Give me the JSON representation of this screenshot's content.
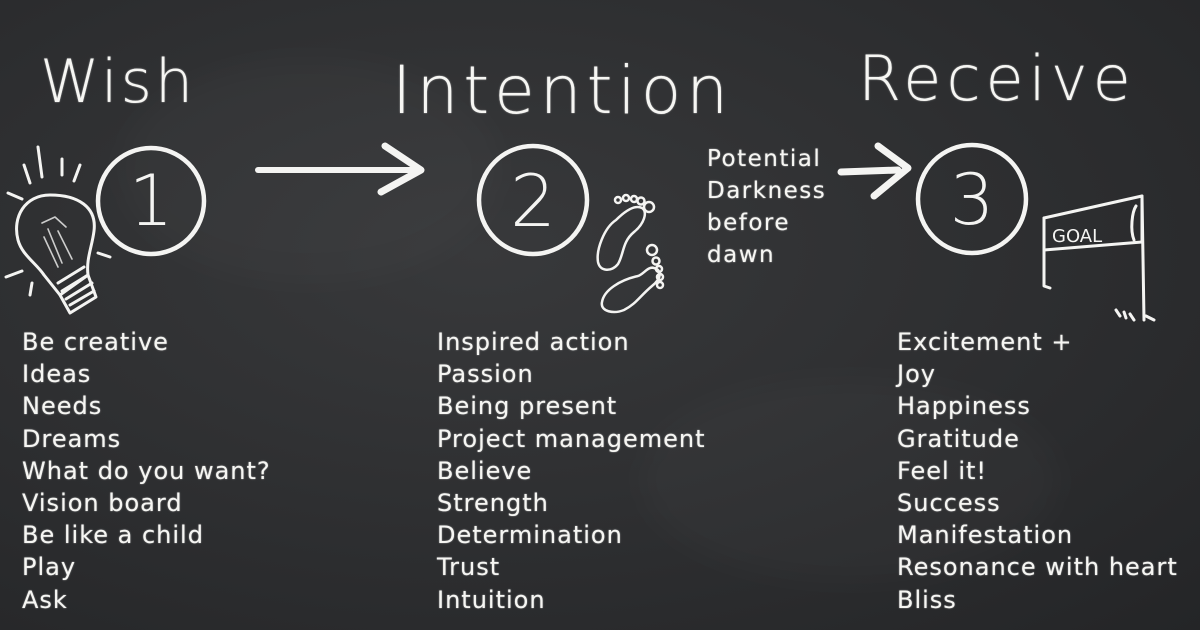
{
  "colors": {
    "board": "#2d2e30",
    "chalk": "#f4f4f2"
  },
  "steps": [
    {
      "heading": "Wish",
      "number": "1",
      "icon": "lightbulb-icon",
      "items": [
        "Be creative",
        "Ideas",
        "Needs",
        "Dreams",
        "What do you want?",
        "Vision board",
        "Be like a child",
        "Play",
        "Ask"
      ]
    },
    {
      "heading": "Intention",
      "number": "2",
      "icon": "footprints-icon",
      "items": [
        "Inspired action",
        "Passion",
        "Being present",
        "Project management",
        "Believe",
        "Strength",
        "Determination",
        "Trust",
        "Intuition"
      ]
    },
    {
      "heading": "Receive",
      "number": "3",
      "icon": "goal-flag-icon",
      "goal_label": "GOAL",
      "items": [
        "Excitement +",
        "Joy",
        "Happiness",
        "Gratitude",
        "Feel it!",
        "Success",
        "Manifestation",
        "Resonance with heart",
        "Bliss"
      ]
    }
  ],
  "note": {
    "lines": [
      "Potential",
      "Darkness",
      "before",
      "dawn"
    ]
  }
}
